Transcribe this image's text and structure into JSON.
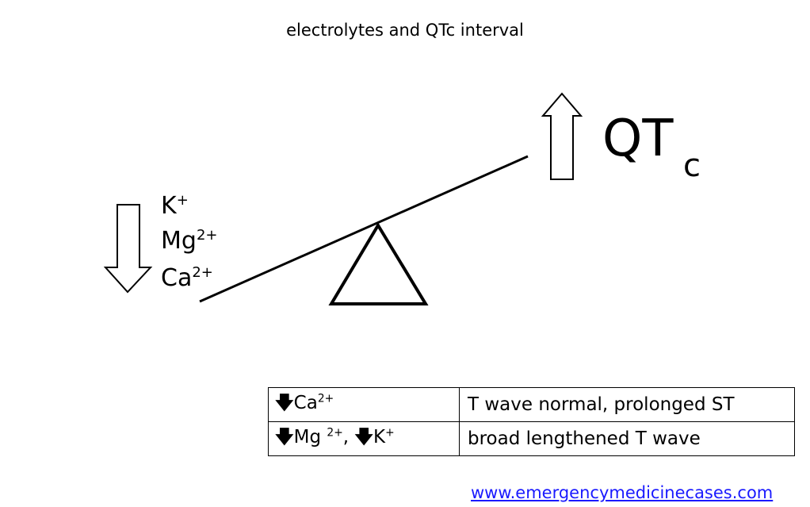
{
  "title": "electrolytes and QTc interval",
  "qtc": {
    "main": "QT",
    "sub": "c",
    "direction": "up"
  },
  "ions": [
    {
      "base": "K",
      "charge": "+"
    },
    {
      "base": "Mg",
      "charge": "2+"
    },
    {
      "base": "Ca",
      "charge": "2+"
    }
  ],
  "ions_direction": "down",
  "table": {
    "arrow_icon": "🡇",
    "rows": [
      {
        "ion": "Ca",
        "charge": "2+",
        "effect": "T wave normal, prolonged ST"
      },
      {
        "ion1": "Mg ",
        "charge1": "2+",
        "sep": ", ",
        "ion2": "K",
        "charge2": "+",
        "effect": "broad lengthened T wave"
      }
    ]
  },
  "link": "www.emergencymedicinecases.com"
}
